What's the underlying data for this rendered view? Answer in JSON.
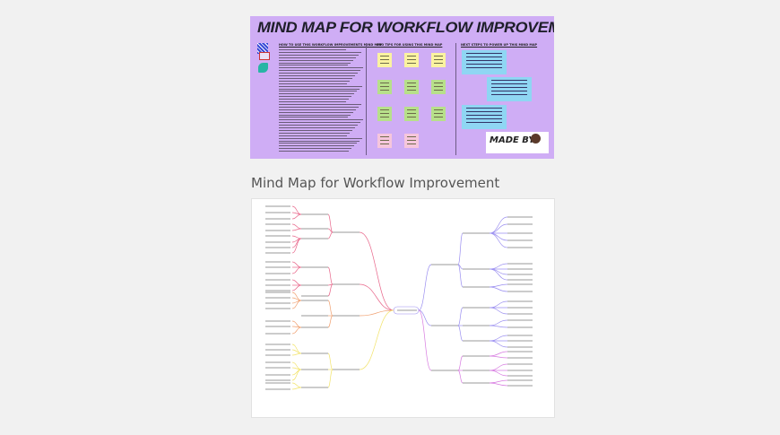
{
  "banner": {
    "title": "MIND MAP FOR WORKFLOW IMPROVEMENT",
    "sections": [
      "HOW TO USE THIS WORKFLOW IMPROVEMENTS MIND MAP",
      "PRO TIPS FOR USING THIS MIND MAP",
      "NEXT STEPS TO POWER UP THIS MIND MAP"
    ],
    "made_by": "MADE BY"
  },
  "page": {
    "title": "Mind Map for Workflow Improvement"
  },
  "colors": {
    "banner_bg": "#cfadf5",
    "note_yellow": "#fbf3a0",
    "note_green": "#b7e08a",
    "note_pink": "#f6c6dc",
    "note_blue": "#8fd6f3",
    "branch_red": "#e8668a",
    "branch_orange": "#f0a070",
    "branch_yellow": "#f2e36a",
    "branch_purple": "#9a8ef0",
    "branch_magenta": "#d77be0"
  }
}
